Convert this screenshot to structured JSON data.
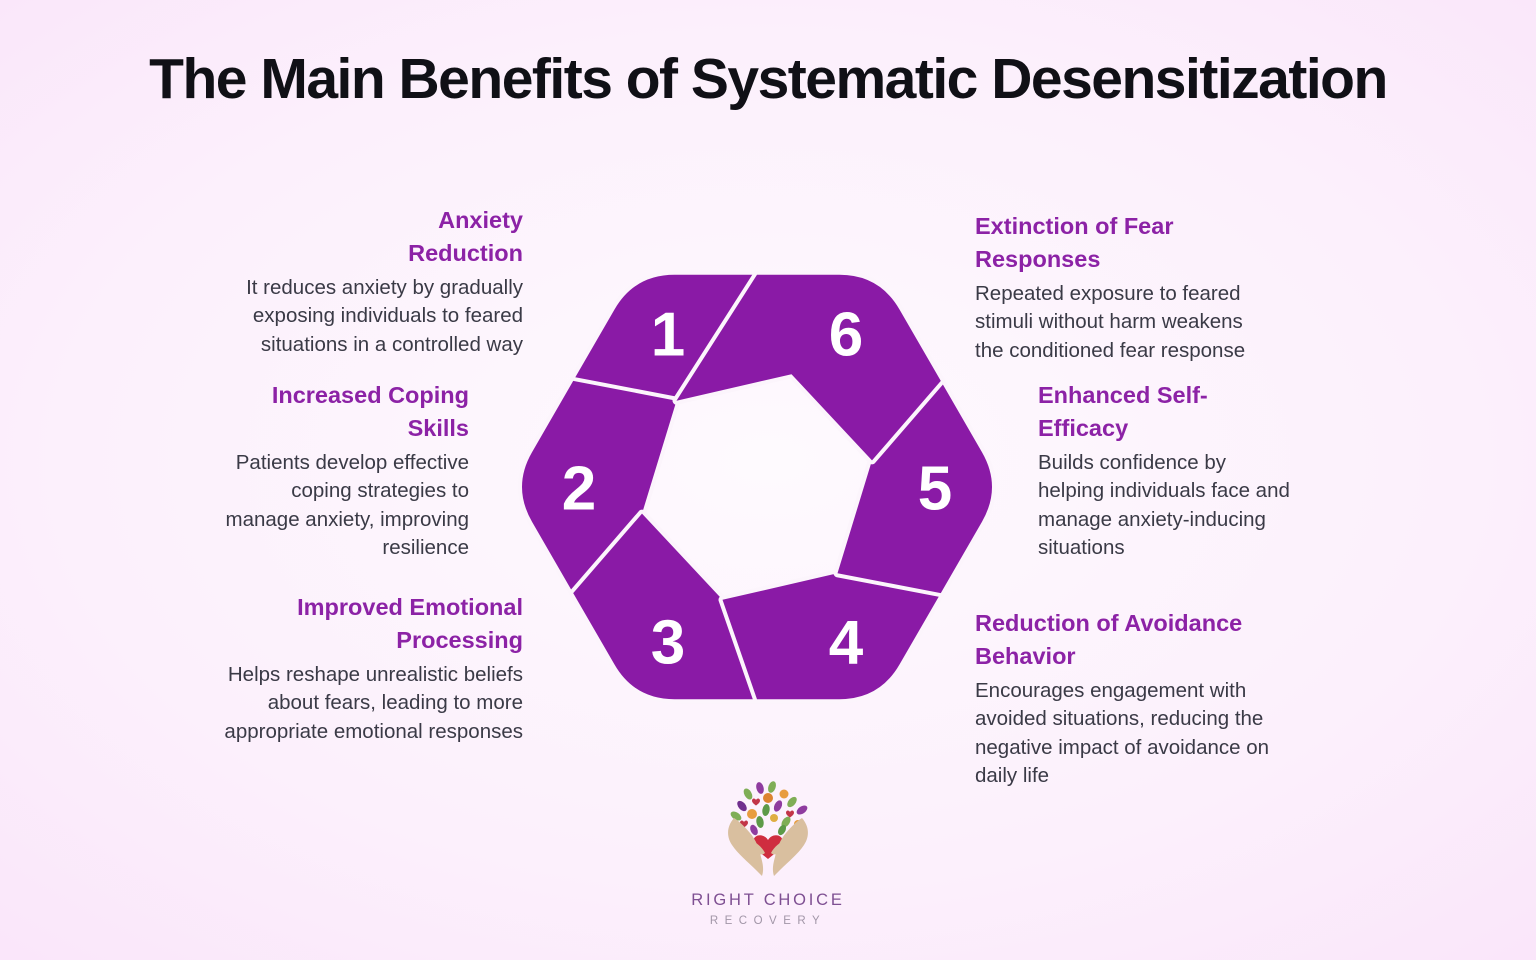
{
  "title": "The Main Benefits of Systematic Desensitization",
  "palette": {
    "blade_purple": "#8a1aa6",
    "heading_purple": "#8c22a6",
    "body_text": "#3a3a46",
    "title_text": "#101016",
    "background_pink": "#f4d6f4",
    "logo_text_purple": "#7e4f92",
    "logo_text_gray": "#a296a8"
  },
  "diagram": {
    "numbers": [
      "1",
      "2",
      "3",
      "4",
      "5",
      "6"
    ]
  },
  "benefits": [
    {
      "number": "1",
      "title": "Anxiety\nReduction",
      "description": "It reduces anxiety by gradually\nexposing individuals to feared\nsituations in a controlled way"
    },
    {
      "number": "2",
      "title": "Increased Coping\nSkills",
      "description": "Patients develop effective\ncoping strategies to\nmanage anxiety, improving\nresilience"
    },
    {
      "number": "3",
      "title": "Improved Emotional\nProcessing",
      "description": "Helps reshape unrealistic beliefs\nabout fears, leading to more\nappropriate emotional responses"
    },
    {
      "number": "6",
      "title": "Extinction of Fear\nResponses",
      "description": "Repeated exposure to feared\nstimuli without harm weakens\nthe conditioned fear response"
    },
    {
      "number": "5",
      "title": "Enhanced Self-\nEfficacy",
      "description": "Builds confidence by\nhelping individuals face and\nmanage anxiety-inducing\nsituations"
    },
    {
      "number": "4",
      "title": "Reduction of Avoidance\nBehavior",
      "description": "Encourages engagement with\navoided situations, reducing the\nnegative impact of avoidance on\ndaily life"
    }
  ],
  "logo": {
    "line1": "RIGHT CHOICE",
    "line2": "RECOVERY"
  }
}
